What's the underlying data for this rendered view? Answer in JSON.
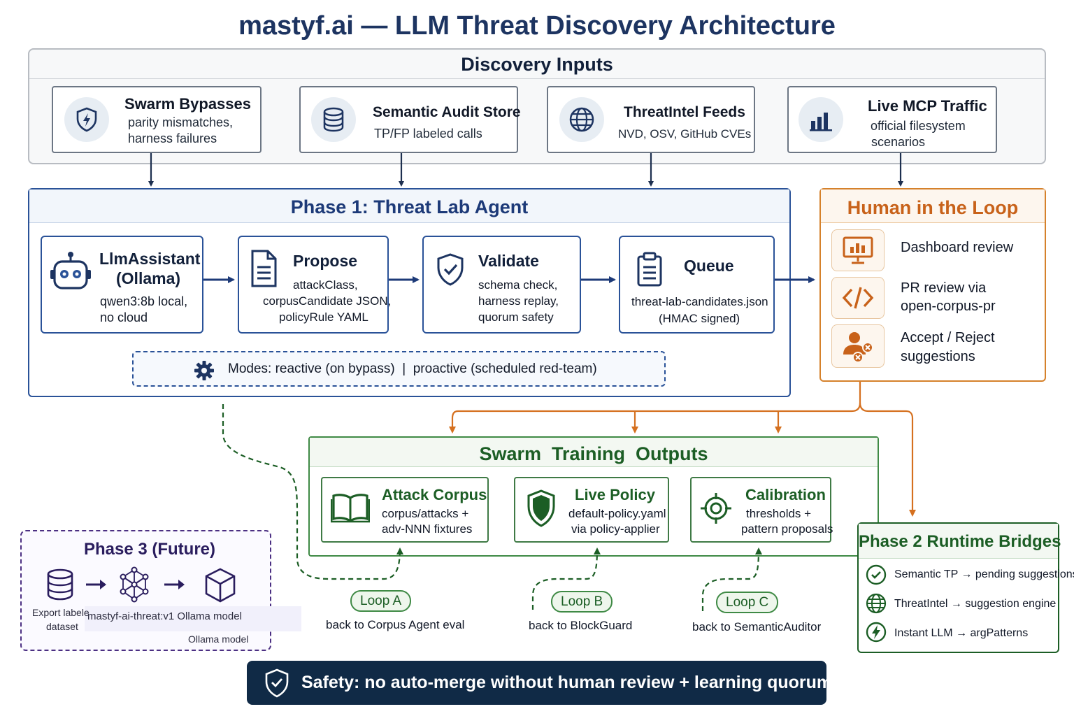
{
  "title": "mastyf.ai — LLM Threat Discovery Architecture",
  "discovery_inputs": {
    "header": "Discovery Inputs",
    "cards": [
      {
        "title": "Swarm Bypasses",
        "sub": [
          "parity mismatches,",
          "harness failures"
        ],
        "icon": "shield-lightning-icon"
      },
      {
        "title": "Semantic Audit Store",
        "sub": [
          "TP/FP labeled calls"
        ],
        "icon": "database-icon"
      },
      {
        "title": "ThreatIntel Feeds",
        "sub": [
          "NVD, OSV, GitHub CVEs"
        ],
        "icon": "globe-icon"
      },
      {
        "title": "Live MCP Traffic",
        "sub": [
          "official filesystem",
          "scenarios"
        ],
        "icon": "bar-chart-icon"
      }
    ]
  },
  "phase1": {
    "header": "Phase 1: Threat Lab Agent",
    "steps": [
      {
        "title1": "LlmAssistant",
        "title2": "(Ollama)",
        "sub": [
          "qwen3:8b local,",
          "no cloud"
        ],
        "icon": "robot-icon"
      },
      {
        "title": "Propose",
        "sub": [
          "attackClass,",
          "corpusCandidate JSON,",
          "policyRule YAML"
        ],
        "icon": "document-icon"
      },
      {
        "title": "Validate",
        "sub": [
          "schema check,",
          "harness replay,",
          "quorum safety"
        ],
        "icon": "shield-check-icon"
      },
      {
        "title": "Queue",
        "sub": [
          "threat-lab-candidates.json",
          "(HMAC signed)"
        ],
        "icon": "clipboard-icon"
      }
    ],
    "modes": {
      "label": "Modes:",
      "reactive": "reactive (on bypass)",
      "separator": "|",
      "proactive": "proactive (scheduled red-team)"
    }
  },
  "human_in_loop": {
    "header": "Human in the Loop",
    "items": [
      {
        "text": [
          "Dashboard review"
        ],
        "icon": "monitor-chart-icon"
      },
      {
        "text": [
          "PR review via",
          "open-corpus-pr"
        ],
        "icon": "code-icon"
      },
      {
        "text": [
          "Accept / Reject",
          "suggestions"
        ],
        "icon": "user-reject-icon"
      }
    ]
  },
  "swarm_outputs": {
    "header": "Swarm  Training  Outputs",
    "cards": [
      {
        "title": "Attack Corpus",
        "sub": [
          "corpus/attacks +",
          "adv-NNN fixtures"
        ],
        "icon": "book-icon"
      },
      {
        "title": "Live Policy",
        "sub": [
          "default-policy.yaml",
          "via policy-applier"
        ],
        "icon": "shield-icon"
      },
      {
        "title": "Calibration",
        "sub": [
          "thresholds +",
          "pattern proposals"
        ],
        "icon": "target-icon"
      }
    ]
  },
  "loops": [
    {
      "label": "Loop A",
      "text": "back to Corpus Agent eval"
    },
    {
      "label": "Loop B",
      "text": "back to BlockGuard"
    },
    {
      "label": "Loop C",
      "text": "back to SemanticAuditor"
    }
  ],
  "phase2": {
    "header": "Phase 2 Runtime Bridges",
    "items": [
      {
        "text": "Semantic TP → pending suggestions",
        "icon": "check-circle-icon"
      },
      {
        "text": "ThreatIntel → suggestion engine",
        "icon": "globe-icon"
      },
      {
        "text": "Instant LLM → argPatterns",
        "icon": "lightning-icon"
      }
    ]
  },
  "phase3": {
    "header": "Phase 3 (Future)",
    "export_label": [
      "Export labele",
      "dataset"
    ],
    "model_label": "mastyf-ai-threat:v1 Ollama model",
    "ollama_label": "Ollama model"
  },
  "safety": {
    "text": "Safety: no auto-merge without  human review + learning quorum",
    "icon": "shield-check-icon"
  },
  "colors": {
    "navy": "#1d3461",
    "blue": "#2a5298",
    "orange": "#d5812b",
    "green": "#1c5e25",
    "purple": "#4b2f82",
    "banner": "#102a46"
  }
}
